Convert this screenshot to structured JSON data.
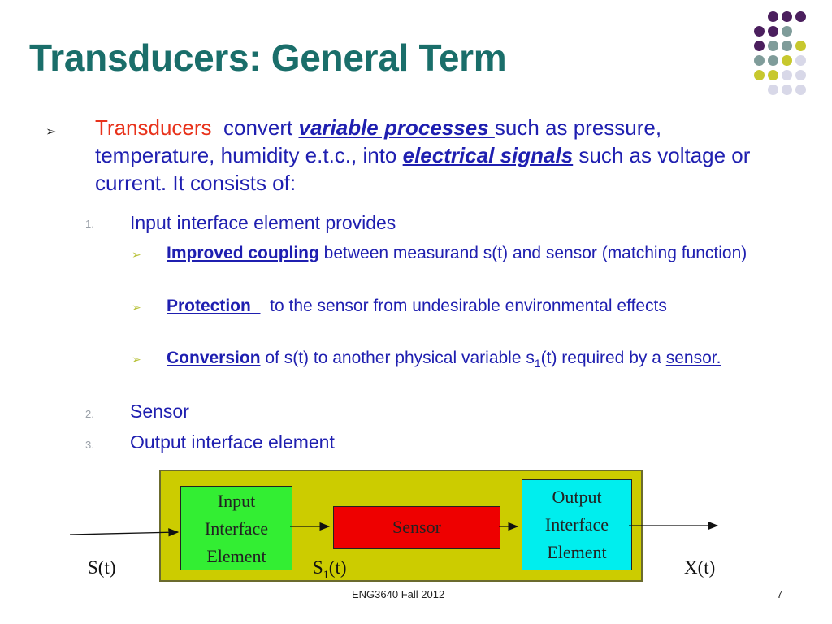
{
  "slide": {
    "title": "Transducers: General Term",
    "dot_colors": [
      "#4b1f5e",
      "#7f9c9a",
      "#c7c82e",
      "#d8d8e8"
    ],
    "main": {
      "marker": "➢",
      "lead": "Transducers",
      "t1": "  convert ",
      "emph1": "variable processes ",
      "t2": "such as pressure, temperature, humidity e.t.c.,  into ",
      "emph2": "electrical signals",
      "t3": " such as voltage or current. It consists of:"
    },
    "items": [
      {
        "num": "1.",
        "text": "Input interface element provides"
      },
      {
        "num": "2.",
        "text": "Sensor"
      },
      {
        "num": "3.",
        "text": "Output interface element"
      }
    ],
    "sub_marker": "➢",
    "subitems": [
      {
        "bold": "Improved coupling",
        "rest": " between measurand s(t) and sensor (matching function)"
      },
      {
        "bold": "Protection  ",
        "rest": "  to the sensor from undesirable environmental effects"
      },
      {
        "bold": "Conversion",
        "rest_a": " of s(t) to another physical variable s",
        "sub": "1",
        "rest_b": "(t) required by a ",
        "link": "sensor."
      }
    ],
    "footer": {
      "course": "ENG3640 Fall 2012",
      "page": "7"
    }
  },
  "diagram": {
    "boxes": {
      "input": [
        "Input",
        "Interface",
        "Element"
      ],
      "sensor": "Sensor",
      "output": [
        "Output",
        "Interface",
        "Element"
      ]
    },
    "colors": {
      "background": "#cccc00",
      "input": "#33ee33",
      "sensor": "#ee0000",
      "output": "#00eeee"
    },
    "labels": {
      "input_signal": "S(t)",
      "mid_signal_base": "S",
      "mid_signal_sub": "1",
      "mid_signal_rest": "(t)",
      "output_signal": "X(t)"
    }
  }
}
